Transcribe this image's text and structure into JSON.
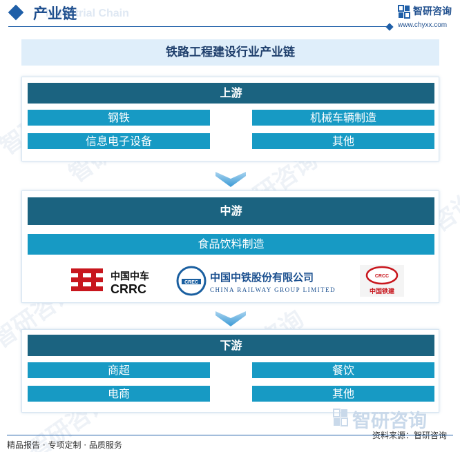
{
  "header": {
    "title": "产业链",
    "subtitle": "Industrial Chain",
    "brand_name": "智研咨询",
    "brand_url": "www.chyxx.com"
  },
  "main_title": "铁路工程建设行业产业链",
  "upstream": {
    "heading": "上游",
    "items": [
      "钢铁",
      "机械车辆制造",
      "信息电子设备",
      "其他"
    ]
  },
  "midstream": {
    "heading": "中游",
    "item": "食品饮料制造",
    "logos": {
      "crrc_cn": "中国中车",
      "crrc_en": "CRRC",
      "crec_cn": "中国中铁股份有限公司",
      "crec_en": "CHINA RAILWAY GROUP LIMITED",
      "crcc_cn": "中国铁建",
      "crcc_abbr": "CRCC",
      "crec_abbr": "CREC"
    }
  },
  "downstream": {
    "heading": "下游",
    "items": [
      "商超",
      "餐饮",
      "电商",
      "其他"
    ]
  },
  "watermark": {
    "text": "智研咨询"
  },
  "footer": {
    "left": "精品报告 · 专项定制 · 品质服务",
    "right": "资料来源：智研咨询"
  },
  "colors": {
    "primary": "#1f5fa8",
    "stage_header": "#1b6380",
    "cell": "#179ac4",
    "title_bg": "#dfeefa"
  }
}
